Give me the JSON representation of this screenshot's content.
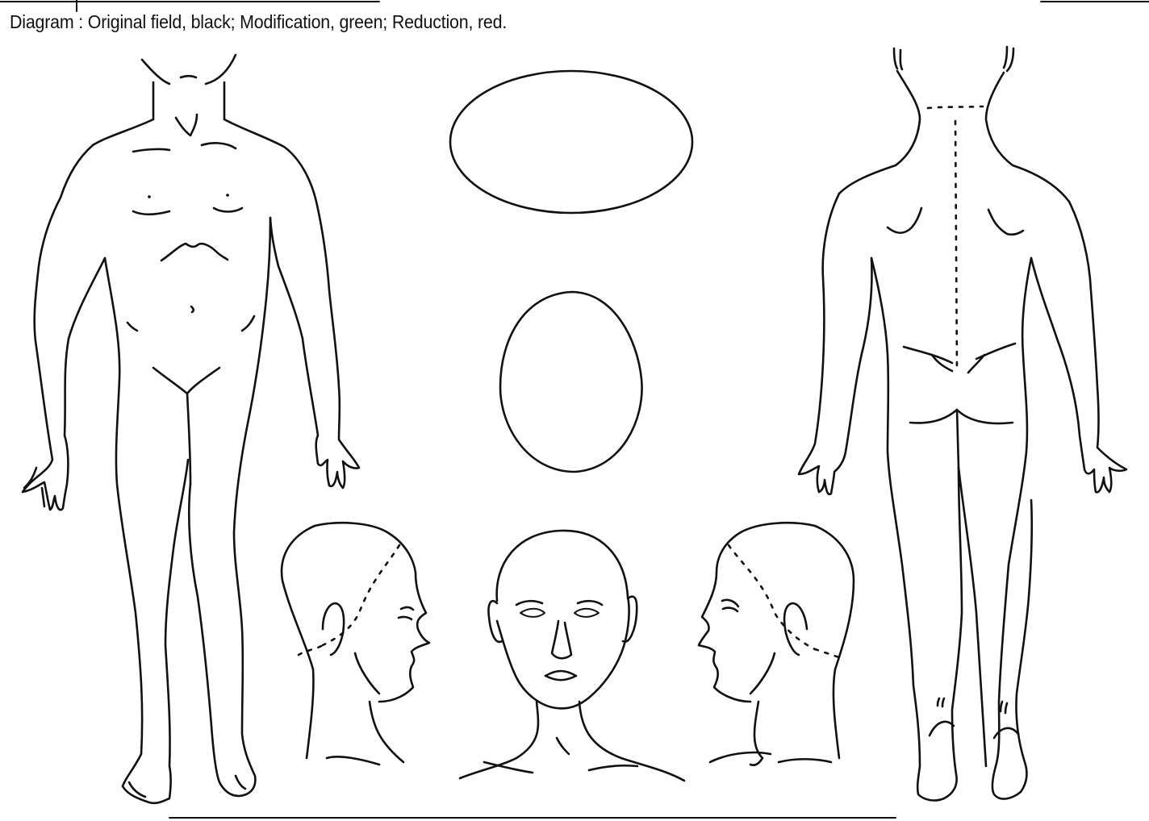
{
  "caption": "Diagram : Original field, black; Modification, green; Reduction, red.",
  "legend": {
    "original": {
      "label": "Original field",
      "color": "#000000"
    },
    "modification": {
      "label": "Modification",
      "color": "#008000"
    },
    "reduction": {
      "label": "Reduction",
      "color": "#ff0000"
    }
  },
  "figures": [
    {
      "id": "body-front",
      "icon": "human-body-front-outline"
    },
    {
      "id": "head-top",
      "icon": "head-top-view-oval"
    },
    {
      "id": "head-base",
      "icon": "head-vertex-oval"
    },
    {
      "id": "head-right-profile",
      "icon": "head-profile-right-outline"
    },
    {
      "id": "head-front",
      "icon": "head-front-outline"
    },
    {
      "id": "head-left-profile",
      "icon": "head-profile-left-outline"
    },
    {
      "id": "body-back",
      "icon": "human-body-back-outline"
    }
  ]
}
